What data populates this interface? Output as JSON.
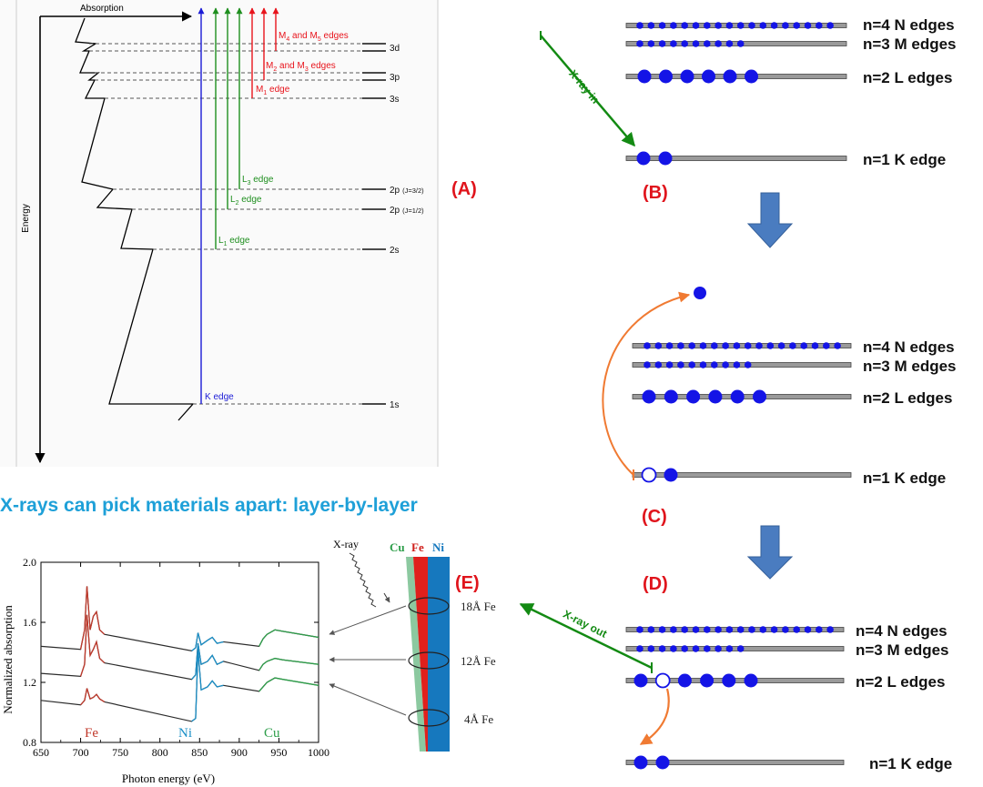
{
  "panel_a": {
    "header_absorption": "Absorption",
    "axis_energy": "Energy",
    "shells": [
      {
        "id": "3d",
        "label": "3d"
      },
      {
        "id": "3p",
        "label": "3p"
      },
      {
        "id": "3s",
        "label": "3s"
      },
      {
        "id": "2p32",
        "label": "2p",
        "j": "(J=3/2)"
      },
      {
        "id": "2p12",
        "label": "2p",
        "j": "(J=1/2)"
      },
      {
        "id": "2s",
        "label": "2s"
      },
      {
        "id": "1s",
        "label": "1s"
      }
    ],
    "edges": {
      "m45_main": "M",
      "m45_sub1": "4",
      "m45_mid": " and M",
      "m45_sub2": "5",
      "m45_end": " edges",
      "m23_main": "M",
      "m23_sub1": "2",
      "m23_mid": " and M",
      "m23_sub2": "3",
      "m23_end": " edges",
      "m1_main": "M",
      "m1_sub": "1",
      "m1_end": " edge",
      "l3_main": "L",
      "l3_sub": "3",
      "l3_end": " edge",
      "l2_main": "L",
      "l2_sub": "2",
      "l2_end": " edge",
      "l1_main": "L",
      "l1_sub": "1",
      "l1_end": " edge",
      "k": "K edge"
    },
    "colors": {
      "red": "#e8141c",
      "green": "#1f8f1f",
      "blue": "#1b1bd6"
    }
  },
  "panel_labels": {
    "a": "(A)",
    "b": "(B)",
    "c": "(C)",
    "d": "(D)",
    "e": "(E)"
  },
  "levels": {
    "n4": "n=4  N edges",
    "n3": "n=3  M edges",
    "n2": "n=2  L edges",
    "n1": "n=1  K edge"
  },
  "arrows": {
    "xray_in": "X-ray in",
    "xray_out": "X-ray out"
  },
  "section_title": "X-rays can pick materials apart: layer-by-layer",
  "colors": {
    "title_blue": "#1ea0d8",
    "label_red": "#e0141c",
    "electron_blue": "#1414e6",
    "orange": "#f07a32",
    "green_arrow": "#138a13",
    "down_arrow": "#4a7cc0"
  },
  "chart_data": {
    "type": "line",
    "xlabel": "Photon energy (eV)",
    "ylabel": "Normalized absorption",
    "xlim": [
      650,
      1000
    ],
    "ylim": [
      0.8,
      2.0
    ],
    "x_ticks": [
      650,
      700,
      750,
      800,
      850,
      900,
      950,
      1000
    ],
    "y_ticks": [
      0.8,
      1.2,
      1.6,
      2.0
    ],
    "annotations": [
      {
        "text": "Fe",
        "color": "#c0392b"
      },
      {
        "text": "Ni",
        "color": "#1a8fc7"
      },
      {
        "text": "Cu",
        "color": "#2e9e4a"
      }
    ],
    "series": [
      {
        "offset": 1.44,
        "x": [
          650,
          700,
          705,
          708,
          712,
          716,
          720,
          724,
          730,
          840,
          845,
          848,
          852,
          860,
          866,
          872,
          880,
          925,
          930,
          935,
          945,
          955,
          1000
        ],
        "y": [
          1.44,
          1.42,
          1.55,
          1.84,
          1.55,
          1.64,
          1.67,
          1.55,
          1.52,
          1.41,
          1.43,
          1.53,
          1.45,
          1.48,
          1.5,
          1.46,
          1.47,
          1.44,
          1.49,
          1.52,
          1.55,
          1.54,
          1.5
        ]
      },
      {
        "offset": 1.25,
        "x": [
          650,
          700,
          705,
          708,
          712,
          716,
          720,
          724,
          730,
          840,
          845,
          848,
          852,
          860,
          866,
          872,
          880,
          925,
          930,
          935,
          945,
          955,
          1000
        ],
        "y": [
          1.26,
          1.24,
          1.32,
          1.65,
          1.38,
          1.42,
          1.47,
          1.36,
          1.33,
          1.22,
          1.25,
          1.46,
          1.32,
          1.34,
          1.38,
          1.32,
          1.34,
          1.28,
          1.32,
          1.34,
          1.36,
          1.35,
          1.32
        ]
      },
      {
        "offset": 1.08,
        "x": [
          650,
          700,
          705,
          708,
          712,
          716,
          720,
          724,
          730,
          840,
          845,
          848,
          852,
          860,
          866,
          872,
          880,
          925,
          930,
          935,
          945,
          955,
          1000
        ],
        "y": [
          1.08,
          1.05,
          1.08,
          1.16,
          1.09,
          1.1,
          1.12,
          1.09,
          1.07,
          0.94,
          0.96,
          1.42,
          1.15,
          1.17,
          1.21,
          1.17,
          1.18,
          1.14,
          1.17,
          1.2,
          1.23,
          1.22,
          1.18
        ]
      }
    ],
    "series_colors": [
      "#2b2b2b",
      "#c0392b",
      "#1a8fc7",
      "#2e9e4a"
    ]
  },
  "layers": {
    "xray": "X-ray",
    "cu": "Cu",
    "fe": "Fe",
    "ni": "Ni",
    "t18": "18Å Fe",
    "t12": "12Å Fe",
    "t4": "4Å Fe",
    "colors": {
      "cu": "#8cc9a0",
      "fe": "#e0201c",
      "ni": "#1678be",
      "cu_text": "#2e9e4a",
      "fe_text": "#d0201c",
      "ni_text": "#1678be"
    }
  }
}
